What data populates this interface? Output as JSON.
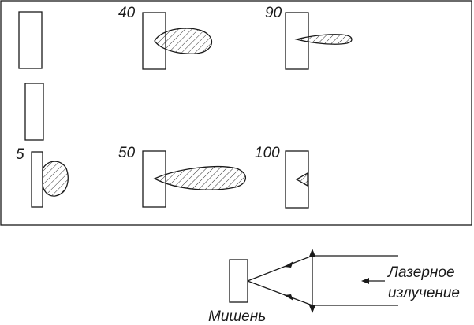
{
  "frames": [
    {
      "id": "t0",
      "label": ""
    },
    {
      "id": "t5",
      "label": "5"
    },
    {
      "id": "t40",
      "label": "40"
    },
    {
      "id": "t50",
      "label": "50"
    },
    {
      "id": "t90",
      "label": "90"
    },
    {
      "id": "t100",
      "label": "100"
    }
  ],
  "setup": {
    "target_label": "Мишень",
    "laser_label_line1": "Лазерное",
    "laser_label_line2": "излучение"
  },
  "colors": {
    "line": "#1a1a1a",
    "hatch": "#333333",
    "background": "#ffffff"
  }
}
